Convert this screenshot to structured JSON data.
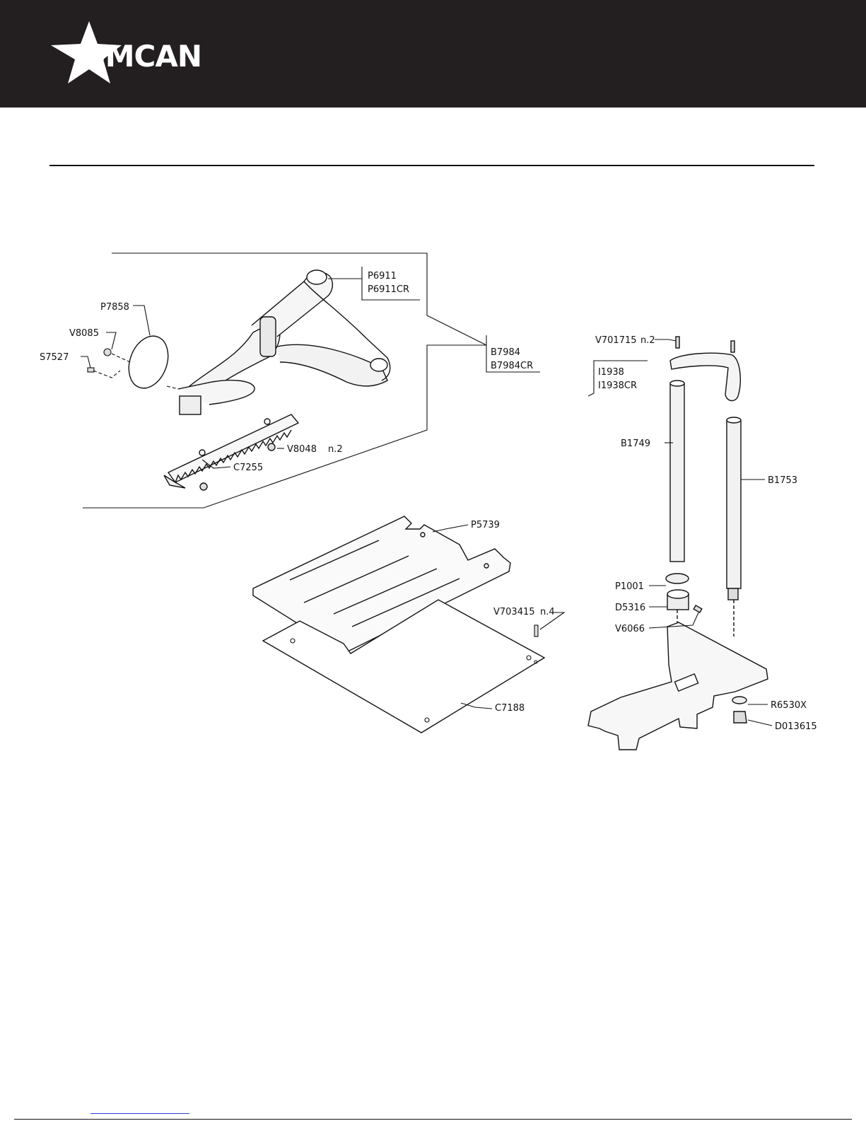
{
  "brand": {
    "name": "OMCAN",
    "header_color": "#231f20"
  },
  "parts": {
    "P6911": "P6911",
    "P6911CR": "P6911CR",
    "B7984": "B7984",
    "B7984CR": "B7984CR",
    "P7858": "P7858",
    "V8085": "V8085",
    "S7527": "S7527",
    "V8048": "V8048",
    "V8048_qty": "n.2",
    "C7255": "C7255",
    "P5739": "P5739",
    "V703415": "V703415",
    "V703415_qty": "n.4",
    "C7188": "C7188",
    "V701715": "V701715",
    "V701715_qty": "n.2",
    "I1938": "I1938",
    "I1938CR": "I1938CR",
    "B1749": "B1749",
    "B1753": "B1753",
    "P1001": "P1001",
    "D5316": "D5316",
    "V6066": "V6066",
    "R6530X": "R6530X",
    "D013615": "D013615"
  }
}
